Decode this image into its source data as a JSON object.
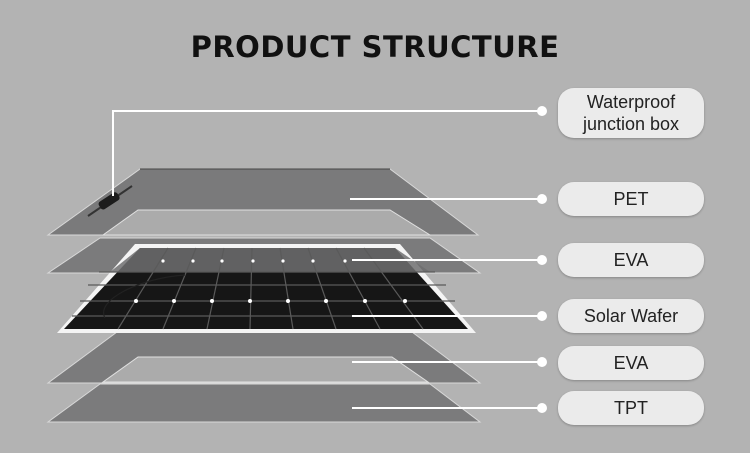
{
  "title": "PRODUCT STRUCTURE",
  "layers": [
    {
      "label": "Waterproof junction box"
    },
    {
      "label": "PET"
    },
    {
      "label": "EVA"
    },
    {
      "label": "Solar Wafer"
    },
    {
      "label": "EVA"
    },
    {
      "label": "TPT"
    }
  ],
  "colors": {
    "background": "#b3b3b3",
    "dark_layer": "#7a7a7b",
    "light_layer": "#ababab",
    "panel": "#141414",
    "label_bg": "#ebebeb"
  }
}
